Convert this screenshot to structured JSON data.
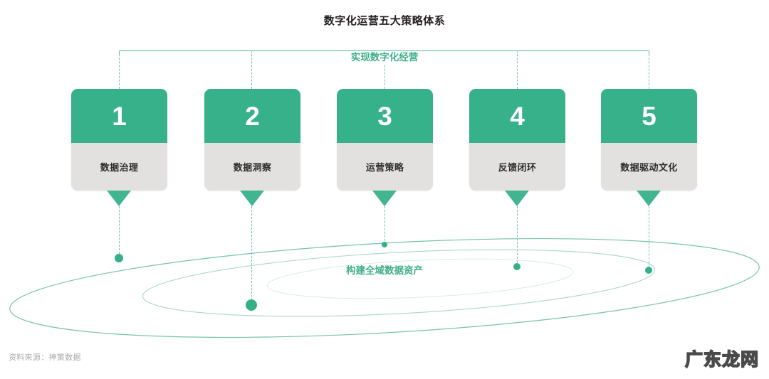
{
  "title": "数字化运营五大策略体系",
  "bracket": {
    "label": "实现数字化经营"
  },
  "orbit": {
    "label": "构建全域数据资产"
  },
  "cards": [
    {
      "number": "1",
      "label": "数据治理"
    },
    {
      "number": "2",
      "label": "数据洞察"
    },
    {
      "number": "3",
      "label": "运营策略"
    },
    {
      "number": "4",
      "label": "反馈闭环"
    },
    {
      "number": "5",
      "label": "数据驱动文化"
    }
  ],
  "footer": {
    "source": "资料来源：神策数据",
    "watermark": "广东龙网"
  },
  "colors": {
    "accent_green": "#36b189",
    "label_green": "#3fae86",
    "orbit_line": "#7fc6ab",
    "card_body_gray": "#e3e1e0",
    "title_black": "#231f20",
    "source_gray": "#a9a9a9"
  },
  "chart_data": {
    "type": "diagram",
    "title": "数字化运营五大策略体系",
    "stages": [
      "数据治理",
      "数据洞察",
      "运营策略",
      "反馈闭环",
      "数据驱动文化"
    ],
    "top_connector": "实现数字化经营",
    "bottom_foundation": "构建全域数据资产"
  }
}
